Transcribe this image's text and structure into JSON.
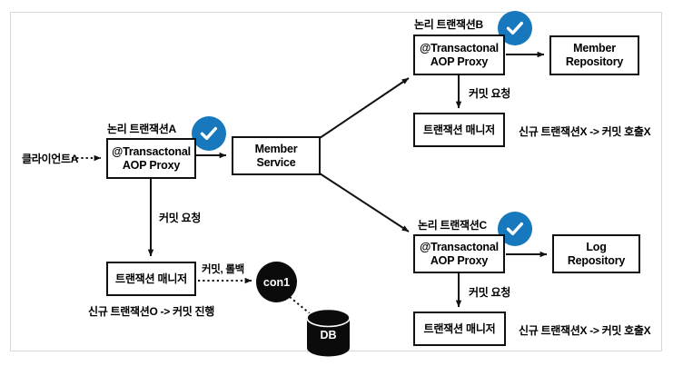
{
  "diagram": {
    "title": "Spring Transaction Propagation REQUIRES_NEW / logical transactions diagram",
    "colors": {
      "check_blue": "#1878BE",
      "node_border": "#111111",
      "db_fill": "#0b0b0b",
      "frame_border": "#d5d7da",
      "background": "#ffffff"
    },
    "client": {
      "label": "클라이언트A"
    },
    "logical_tx_a": {
      "caption": "논리 트랜잭션A",
      "check_icon": "check-circle-icon",
      "proxy": "@Transactonal\nAOP Proxy",
      "commit_request": "커밋 요청",
      "tx_manager": "트랜잭션 매니저",
      "note": "신규 트랜잭션O -> 커밋 진행",
      "connection": "con1",
      "connection_edge_label": "커밋, 롤백",
      "database": "DB"
    },
    "member_service": {
      "label": "Member\nService"
    },
    "logical_tx_b": {
      "caption": "논리 트랜잭션B",
      "check_icon": "check-circle-icon",
      "proxy": "@Transactonal\nAOP Proxy",
      "repository": "Member\nRepository",
      "commit_request": "커밋 요청",
      "tx_manager": "트랜잭션 매니저",
      "note": "신규 트랜잭션X -> 커밋 호출X"
    },
    "logical_tx_c": {
      "caption": "논리 트랜잭션C",
      "check_icon": "check-circle-icon",
      "proxy": "@Transactonal\nAOP Proxy",
      "repository": "Log\nRepository",
      "commit_request": "커밋 요청",
      "tx_manager": "트랜잭션 매니저",
      "note": "신규 트랜잭션X -> 커밋 호출X"
    }
  }
}
